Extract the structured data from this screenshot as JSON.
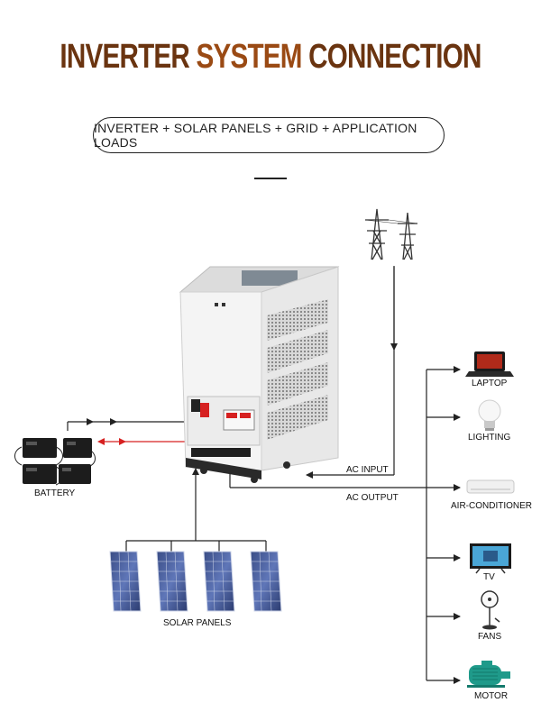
{
  "title": {
    "part1": "INVERTER",
    "part2": "SYSTEM",
    "part3": "CONNECTION"
  },
  "subtitle": "INVERTER + SOLAR PANELS + GRID + APPLICATION LOADS",
  "labels": {
    "battery": "BATTERY",
    "solar_panels": "SOLAR PANELS",
    "ac_input": "AC INPUT",
    "ac_output": "AC OUTPUT",
    "laptop": "LAPTOP",
    "lighting": "LIGHTING",
    "air_conditioner": "AIR-CONDITIONER",
    "tv": "TV",
    "fans": "FANS",
    "motor": "MOTOR"
  },
  "colors": {
    "title_dark": "#6a3410",
    "title_accent": "#9a4a14",
    "line": "#222222",
    "battery_link": "#d62020"
  }
}
